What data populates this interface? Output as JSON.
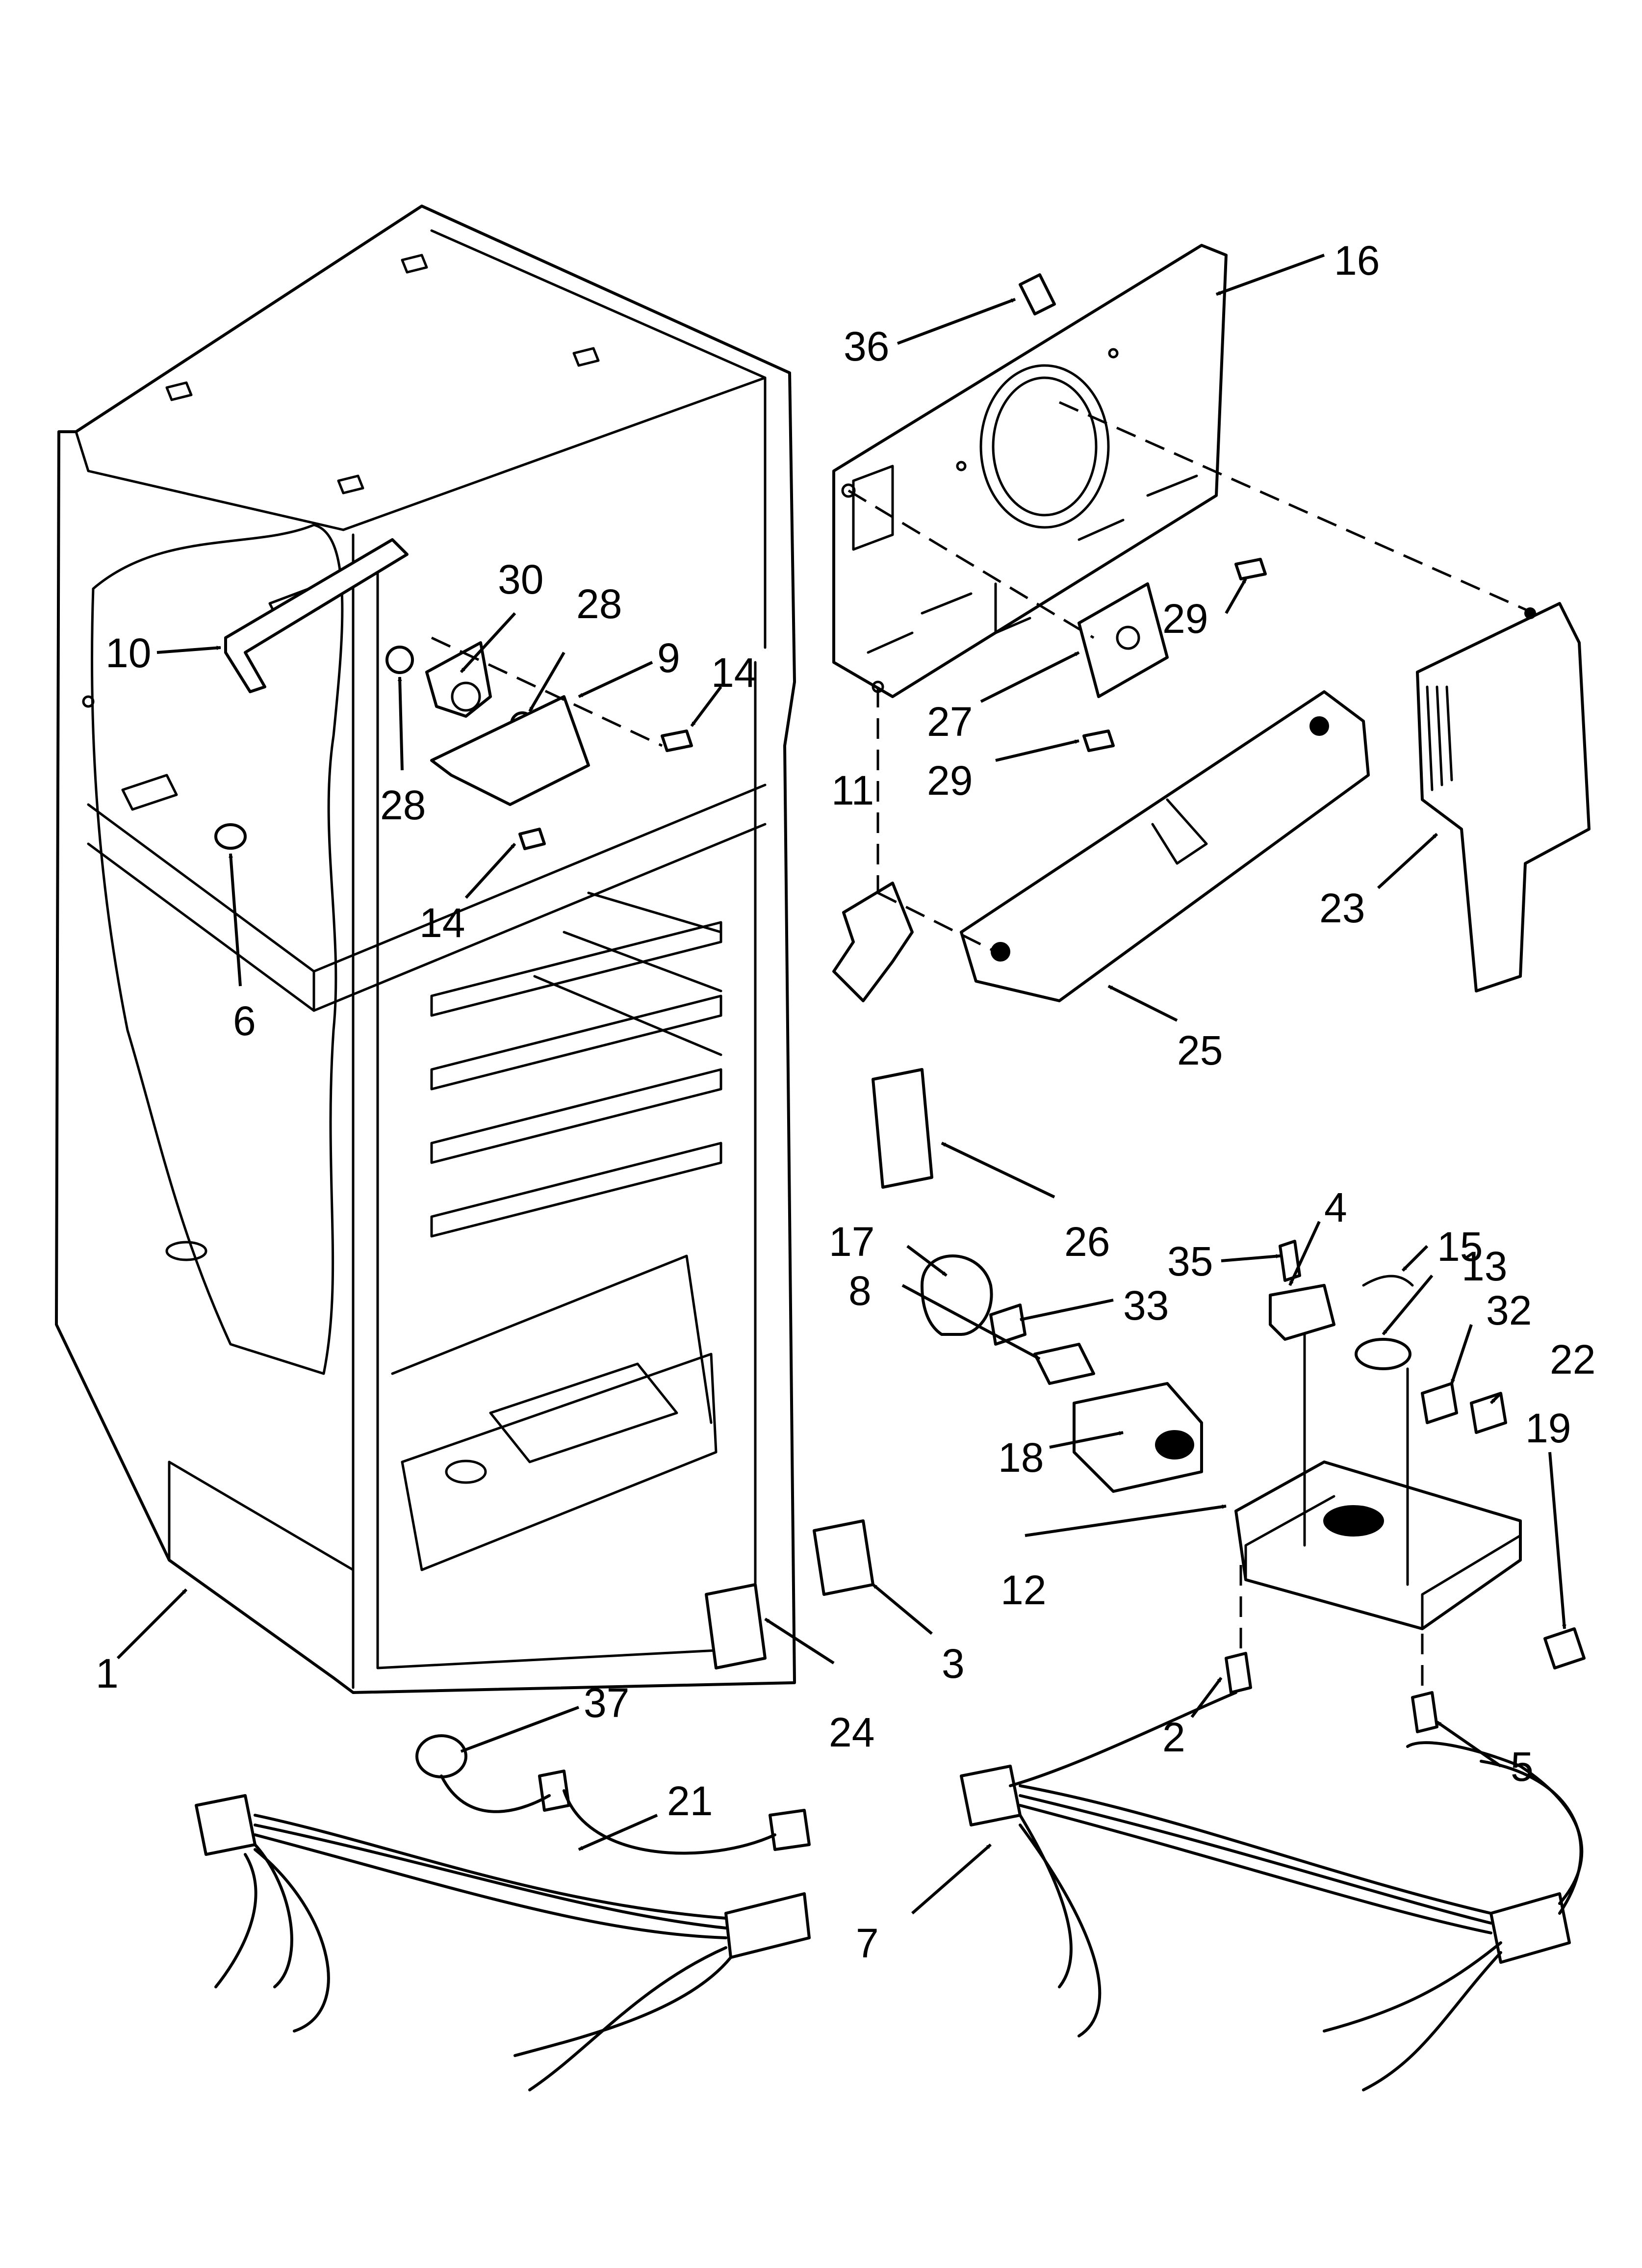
{
  "callouts": {
    "c1": "1",
    "c2": "2",
    "c3": "3",
    "c4": "4",
    "c5": "5",
    "c6": "6",
    "c7": "7",
    "c8": "8",
    "c9": "9",
    "c10": "10",
    "c11": "11",
    "c12": "12",
    "c13": "13",
    "c14a": "14",
    "c14b": "14",
    "c15": "15",
    "c16": "16",
    "c17": "17",
    "c18": "18",
    "c19": "19",
    "c21": "21",
    "c22": "22",
    "c23": "23",
    "c24": "24",
    "c25": "25",
    "c26": "26",
    "c27": "27",
    "c28a": "28",
    "c28b": "28",
    "c29a": "29",
    "c29b": "29",
    "c30": "30",
    "c32": "32",
    "c33": "33",
    "c35": "35",
    "c36": "36",
    "c37": "37"
  },
  "colors": {
    "line": "#000000",
    "background": "#ffffff"
  }
}
